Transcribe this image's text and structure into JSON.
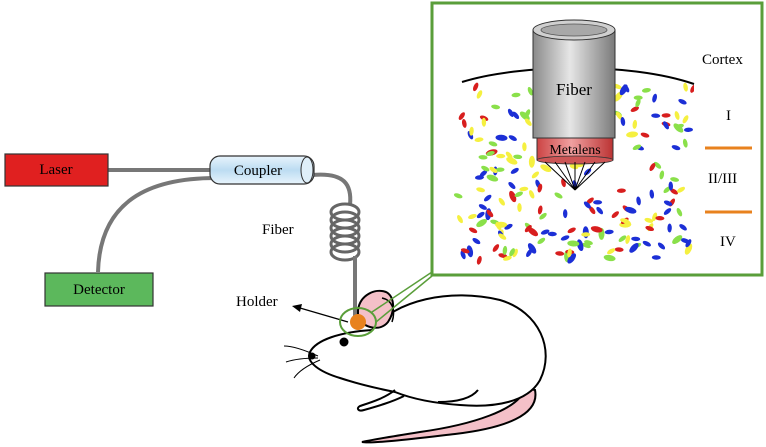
{
  "labels": {
    "laser": "Laser",
    "coupler": "Coupler",
    "detector": "Detector",
    "fiber": "Fiber",
    "holder": "Holder",
    "inset_fiber": "Fiber",
    "metalens": "Metalens",
    "cortex": "Cortex",
    "layer_1": "I",
    "layer_2_3": "II/III",
    "layer_4": "IV"
  },
  "colors": {
    "laser_fill": "#e02020",
    "coupler_fill": "#cfe8f8",
    "detector_fill": "#5cb85c",
    "inset_border": "#5a9e3a",
    "holder": "#e8821e",
    "layer_divider": "#e8821e",
    "metalens_fill": "#e0706e",
    "cell_colors": [
      "#1c2fd6",
      "#8ae04a",
      "#f5f040",
      "#d81e1e"
    ]
  }
}
